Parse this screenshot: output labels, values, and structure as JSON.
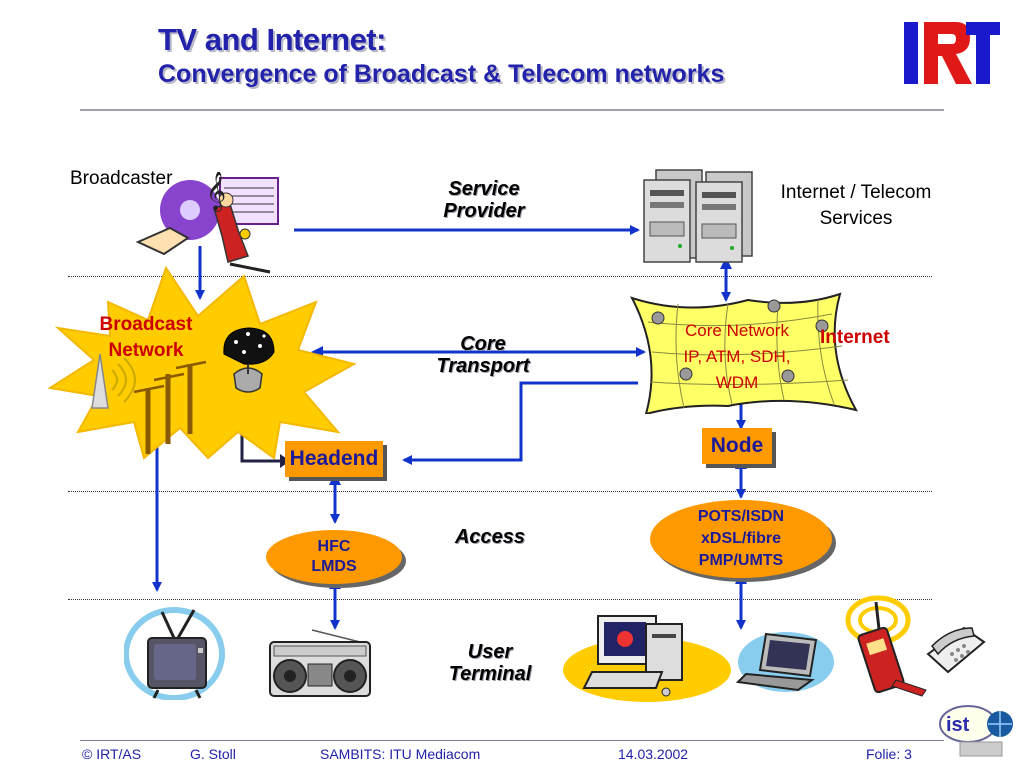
{
  "header": {
    "title": "TV and Internet:",
    "subtitle": "Convergence of Broadcast & Telecom networks",
    "logo_text": "IRT"
  },
  "diagram": {
    "broadcaster": "Broadcaster",
    "service_provider": [
      "Service",
      "Provider"
    ],
    "internet_services": [
      "Internet / Telecom",
      "Services"
    ],
    "broadcast_network": [
      "Broadcast",
      "Network"
    ],
    "core_transport": [
      "Core",
      "Transport"
    ],
    "core_network": [
      "Core Network",
      "IP, ATM, SDH,",
      "WDM"
    ],
    "internet": "Internet",
    "headend": "Headend",
    "node": "Node",
    "access": "Access",
    "hfc": [
      "HFC",
      "LMDS"
    ],
    "pots": [
      "POTS/ISDN",
      "xDSL/fibre",
      "PMP/UMTS"
    ],
    "user_terminal": [
      "User",
      "Terminal"
    ]
  },
  "footer": {
    "copyright": "© IRT/AS",
    "author": "G.  Stoll",
    "event": "SAMBITS: ITU Mediacom",
    "date": "14.03.2002",
    "slide": "Folie:  3",
    "ist_logo": "ist"
  },
  "colors": {
    "title_blue": "#2222aa",
    "arrow_blue": "#1133cc",
    "orange": "#ff9900",
    "red": "#cc0000",
    "star_yellow": "#ffcc00"
  }
}
